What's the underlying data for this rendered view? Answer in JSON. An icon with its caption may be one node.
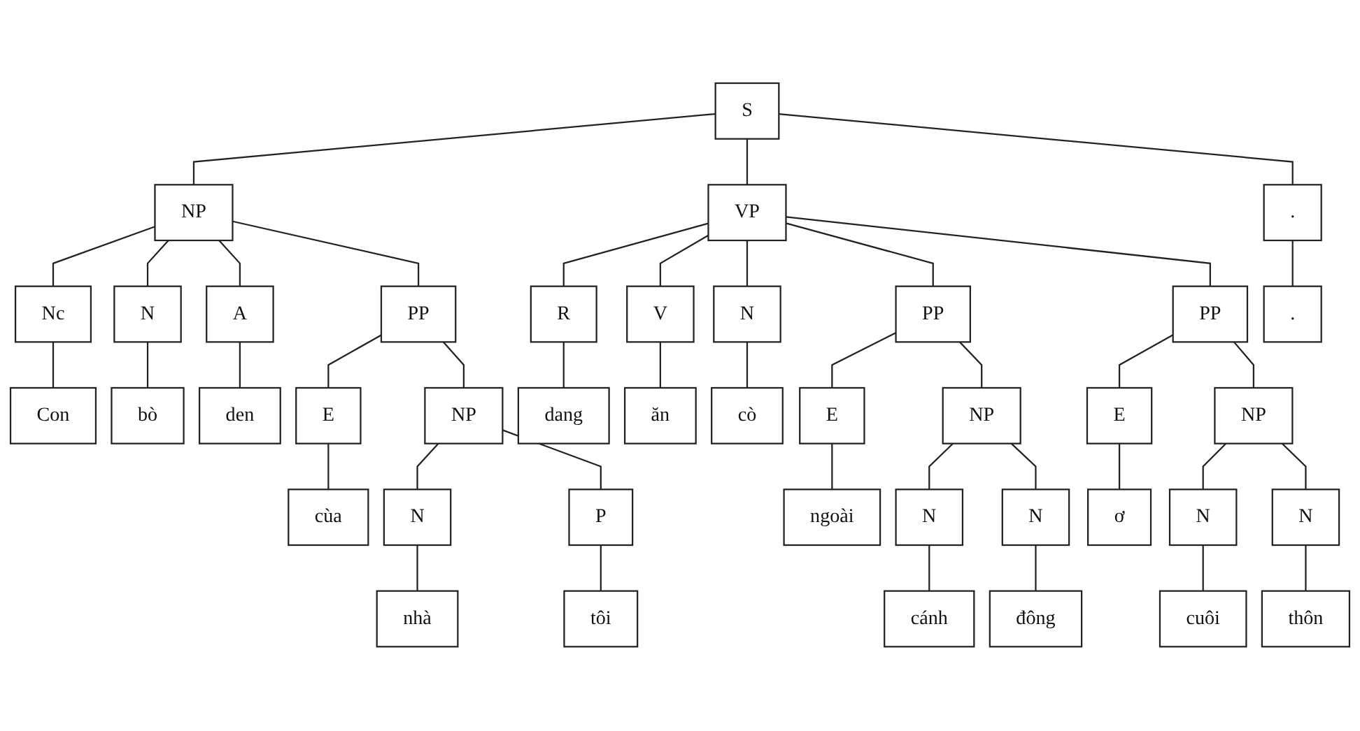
{
  "diagram": {
    "nodes": [
      {
        "text": [
          "S"
        ]
      },
      {
        "text": [
          "NP"
        ]
      },
      {
        "text": [
          "VP"
        ]
      },
      {
        "text": [
          "."
        ]
      },
      {
        "text": [
          "Nc"
        ]
      },
      {
        "text": [
          "N"
        ]
      },
      {
        "text": [
          "A"
        ]
      },
      {
        "text": [
          "PP"
        ]
      },
      {
        "text": [
          "R"
        ]
      },
      {
        "text": [
          "V"
        ]
      },
      {
        "text": [
          "N"
        ]
      },
      {
        "text": [
          "PP"
        ]
      },
      {
        "text": [
          "PP"
        ]
      },
      {
        "text": [
          "."
        ]
      },
      {
        "text": [
          "Con"
        ]
      },
      {
        "text": [
          "bò"
        ]
      },
      {
        "text": [
          "den"
        ]
      },
      {
        "text": [
          "E"
        ]
      },
      {
        "text": [
          "NP"
        ]
      },
      {
        "text": [
          "dang"
        ]
      },
      {
        "text": [
          "ăn"
        ]
      },
      {
        "text": [
          "cò"
        ]
      },
      {
        "text": [
          "E"
        ]
      },
      {
        "text": [
          "NP"
        ]
      },
      {
        "text": [
          "E"
        ]
      },
      {
        "text": [
          "NP"
        ]
      },
      {
        "text": [
          "cùa"
        ]
      },
      {
        "text": [
          "N"
        ]
      },
      {
        "text": [
          "P"
        ]
      },
      {
        "text": [
          "ngoài"
        ]
      },
      {
        "text": [
          "N"
        ]
      },
      {
        "text": [
          "N"
        ]
      },
      {
        "text": [
          "ơ"
        ]
      },
      {
        "text": [
          "N"
        ]
      },
      {
        "text": [
          "N"
        ]
      },
      {
        "text": [
          "nhà"
        ]
      },
      {
        "text": [
          "tôi"
        ]
      },
      {
        "text": [
          "cánh"
        ]
      },
      {
        "text": [
          "đông"
        ]
      },
      {
        "text": [
          "cuôi"
        ]
      },
      {
        "text": [
          "thôn"
        ]
      }
    ],
    "edges": [
      {
        "from": 0,
        "to": 1,
        "arrow": "none"
      },
      {
        "from": 0,
        "to": 2,
        "arrow": "none"
      },
      {
        "from": 0,
        "to": 3,
        "arrow": "none"
      },
      {
        "from": 1,
        "to": 4,
        "arrow": "none"
      },
      {
        "from": 1,
        "to": 5,
        "arrow": "none"
      },
      {
        "from": 1,
        "to": 6,
        "arrow": "none"
      },
      {
        "from": 1,
        "to": 7,
        "arrow": "none"
      },
      {
        "from": 2,
        "to": 8,
        "arrow": "none"
      },
      {
        "from": 2,
        "to": 9,
        "arrow": "none"
      },
      {
        "from": 2,
        "to": 10,
        "arrow": "none"
      },
      {
        "from": 2,
        "to": 11,
        "arrow": "none"
      },
      {
        "from": 2,
        "to": 12,
        "arrow": "none"
      },
      {
        "from": 3,
        "to": 13,
        "arrow": "none"
      },
      {
        "from": 4,
        "to": 14,
        "arrow": "none"
      },
      {
        "from": 5,
        "to": 15,
        "arrow": "none"
      },
      {
        "from": 6,
        "to": 16,
        "arrow": "none"
      },
      {
        "from": 7,
        "to": 17,
        "arrow": "none"
      },
      {
        "from": 7,
        "to": 18,
        "arrow": "none"
      },
      {
        "from": 8,
        "to": 19,
        "arrow": "none"
      },
      {
        "from": 9,
        "to": 20,
        "arrow": "none"
      },
      {
        "from": 10,
        "to": 21,
        "arrow": "none"
      },
      {
        "from": 11,
        "to": 22,
        "arrow": "none"
      },
      {
        "from": 11,
        "to": 23,
        "arrow": "none"
      },
      {
        "from": 12,
        "to": 24,
        "arrow": "none"
      },
      {
        "from": 12,
        "to": 25,
        "arrow": "none"
      },
      {
        "from": 17,
        "to": 26,
        "arrow": "none"
      },
      {
        "from": 18,
        "to": 27,
        "arrow": "none"
      },
      {
        "from": 18,
        "to": 28,
        "arrow": "none"
      },
      {
        "from": 22,
        "to": 29,
        "arrow": "none"
      },
      {
        "from": 23,
        "to": 30,
        "arrow": "none"
      },
      {
        "from": 23,
        "to": 31,
        "arrow": "none"
      },
      {
        "from": 24,
        "to": 32,
        "arrow": "none"
      },
      {
        "from": 25,
        "to": 33,
        "arrow": "none"
      },
      {
        "from": 25,
        "to": 34,
        "arrow": "none"
      },
      {
        "from": 27,
        "to": 35,
        "arrow": "none"
      },
      {
        "from": 28,
        "to": 36,
        "arrow": "none"
      },
      {
        "from": 30,
        "to": 37,
        "arrow": "none"
      },
      {
        "from": 31,
        "to": 38,
        "arrow": "none"
      },
      {
        "from": 33,
        "to": 39,
        "arrow": "none"
      },
      {
        "from": 34,
        "to": 40,
        "arrow": "none"
      }
    ]
  }
}
